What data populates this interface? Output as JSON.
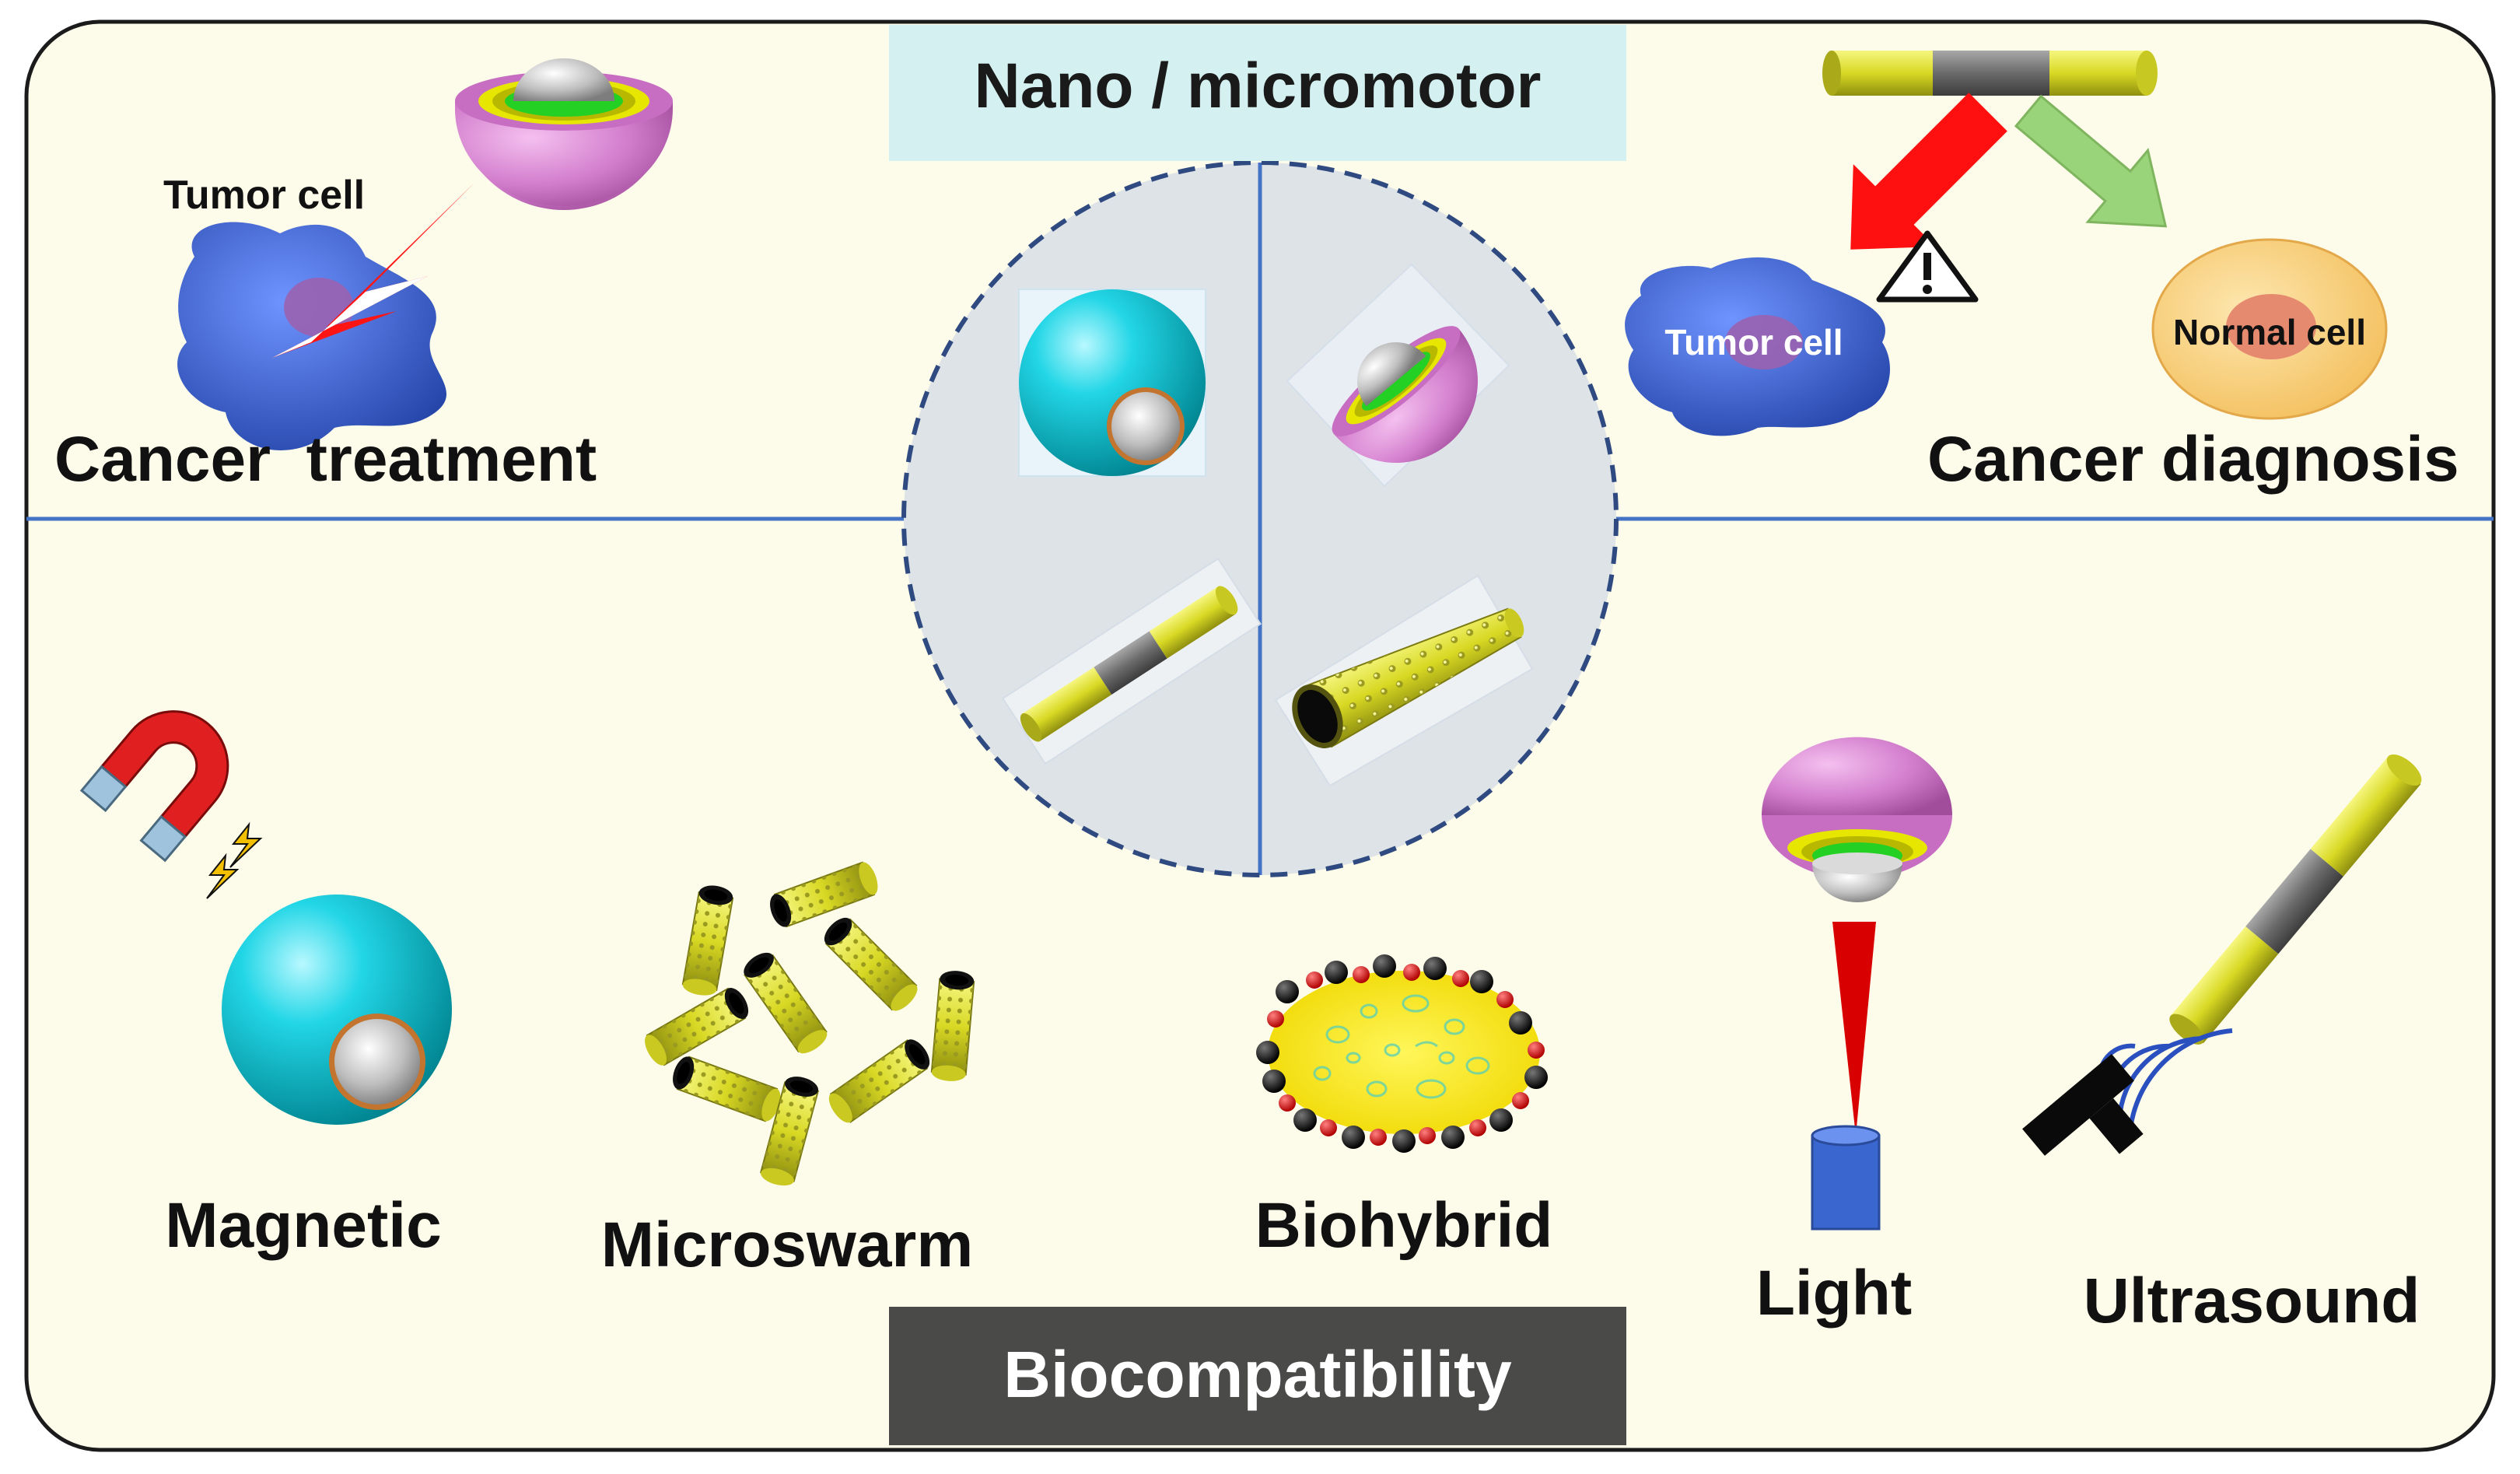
{
  "title": "Nano / micromotor",
  "bottom_banner": "Biocompatibility",
  "quadrants": {
    "treatment": {
      "heading": "Cancer  treatment",
      "cell_label": "Tumor cell"
    },
    "diagnosis": {
      "heading": "Cancer diagnosis",
      "tumor_label": "Tumor cell",
      "normal_label": "Normal cell"
    }
  },
  "propulsion": {
    "magnetic": "Magnetic",
    "microswarm": "Microswarm",
    "biohybrid": "Biohybrid",
    "light": "Light",
    "ultrasound": "Ultrasound"
  },
  "colors": {
    "panel_bg": "#fdfbe9",
    "title_bg": "#d4f0f0",
    "banner_bg": "#4a4a48",
    "divider": "#4472c4",
    "circle_fill": "#dde3e6",
    "circle_border": "#2f4a80",
    "cyan_sphere": "#00c8d6",
    "pink_shell": "#d67fd0",
    "yellow_tube": "#dede2a",
    "tumor_blue": "#3a62c8",
    "normal_cell": "#f7cf78",
    "red_arrow": "#ff1010",
    "green_arrow": "#9ad47a"
  },
  "icons": [
    "lightning-icon",
    "warning-icon",
    "magnet-icon",
    "ultrasound-transducer-icon",
    "laser-icon"
  ]
}
